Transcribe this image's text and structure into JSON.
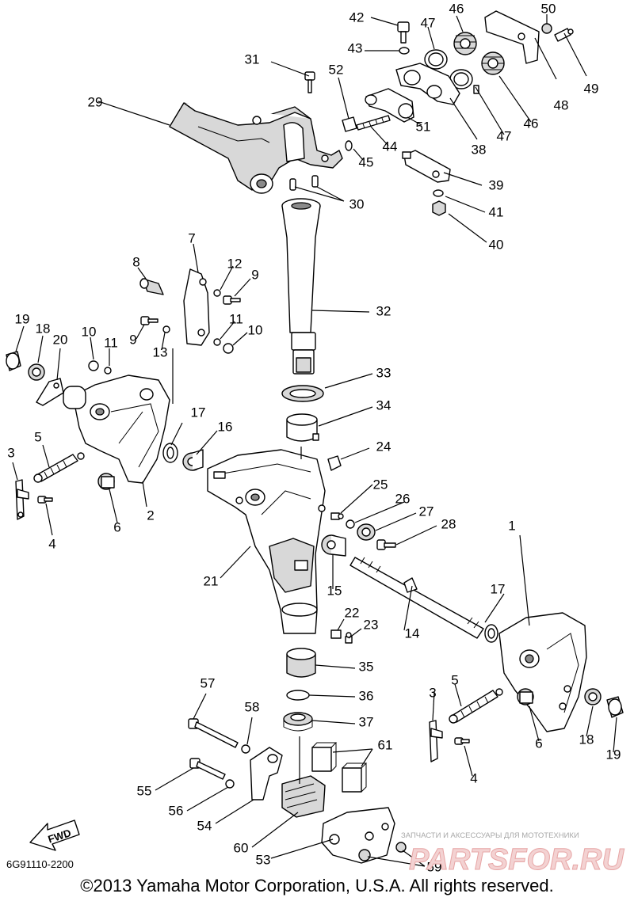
{
  "diagram_code": "6G91110-2200",
  "copyright": "©2013 Yamaha Motor Corporation, U.S.A. All rights reserved.",
  "fwd_label": "FWD",
  "watermark": {
    "line1": "ЗАПЧАСТИ И АКСЕССУАРЫ ДЛЯ МОТОТЕХНИКИ",
    "line2": "PARTSFOR.RU"
  },
  "callouts": {
    "c1": "1",
    "c2": "2",
    "c3a": "3",
    "c3b": "3",
    "c4a": "4",
    "c4b": "4",
    "c5a": "5",
    "c5b": "5",
    "c6a": "6",
    "c6b": "6",
    "c7": "7",
    "c8": "8",
    "c9a": "9",
    "c9b": "9",
    "c10a": "10",
    "c10b": "10",
    "c11a": "11",
    "c11b": "11",
    "c12": "12",
    "c13": "13",
    "c14": "14",
    "c15": "15",
    "c16": "16",
    "c17a": "17",
    "c17b": "17",
    "c18a": "18",
    "c18b": "18",
    "c19a": "19",
    "c19b": "19",
    "c20": "20",
    "c21": "21",
    "c22": "22",
    "c23": "23",
    "c24": "24",
    "c25": "25",
    "c26": "26",
    "c27": "27",
    "c28": "28",
    "c29": "29",
    "c30": "30",
    "c31": "31",
    "c32": "32",
    "c33": "33",
    "c34": "34",
    "c35": "35",
    "c36": "36",
    "c37": "37",
    "c38": "38",
    "c39": "39",
    "c40": "40",
    "c41": "41",
    "c42": "42",
    "c43": "43",
    "c44": "44",
    "c45": "45",
    "c46a": "46",
    "c46b": "46",
    "c47a": "47",
    "c47b": "47",
    "c48": "48",
    "c49": "49",
    "c50": "50",
    "c51": "51",
    "c52": "52",
    "c53": "53",
    "c54": "54",
    "c55": "55",
    "c56": "56",
    "c57": "57",
    "c58": "58",
    "c59": "59",
    "c60": "60",
    "c61": "61"
  }
}
